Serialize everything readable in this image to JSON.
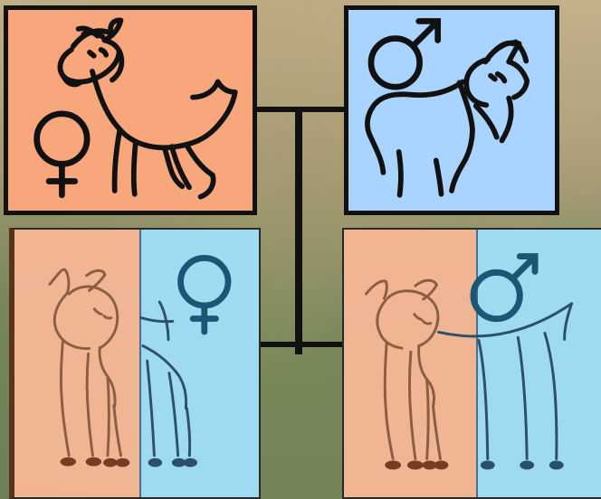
{
  "diagram": {
    "parents": [
      {
        "role": "female",
        "icon": "goat-icon",
        "symbol": "female-symbol",
        "color": "#f7a77b"
      },
      {
        "role": "male",
        "icon": "goat-icon",
        "symbol": "male-symbol",
        "color": "#a8d4ff"
      }
    ],
    "offspring": [
      {
        "sex": "female",
        "icon": "kid-goat-icon",
        "symbol": "female-symbol",
        "split_colors": [
          "#f7b797",
          "#a0dff9"
        ]
      },
      {
        "sex": "male",
        "icon": "kid-goat-icon",
        "symbol": "male-symbol",
        "split_colors": [
          "#f7b797",
          "#a0dff9"
        ]
      }
    ],
    "connectors": "black-tree-lines"
  }
}
